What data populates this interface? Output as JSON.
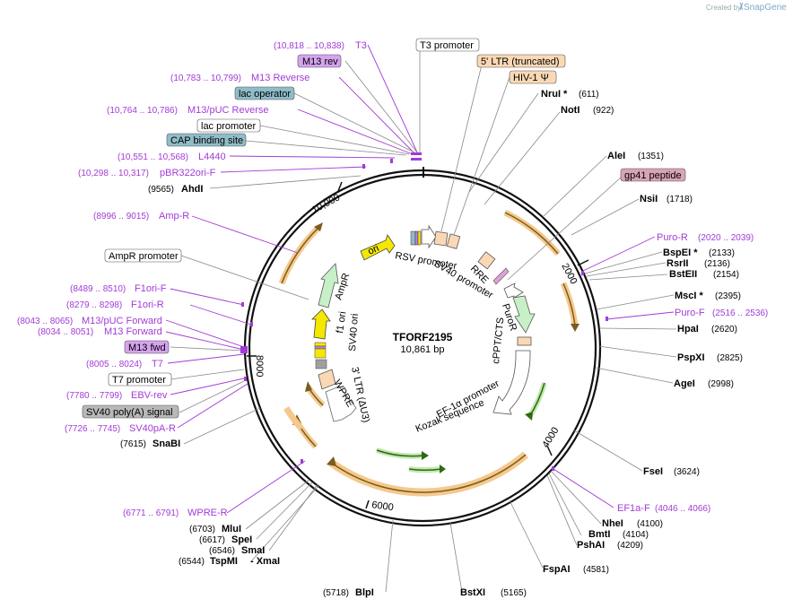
{
  "branding": {
    "created_by": "Created by",
    "product": "SnapGene"
  },
  "plasmid": {
    "name": "TFORF2195",
    "length": "10,861 bp"
  },
  "ticks": [
    "2000",
    "4000",
    "6000",
    "8000",
    "10,000"
  ],
  "features": {
    "t3": {
      "range": "(10,818 .. 10,838)",
      "name": "T3"
    },
    "m13rev": {
      "name": "M13 rev"
    },
    "m13reverse": {
      "range": "(10,783 .. 10,799)",
      "name": "M13 Reverse"
    },
    "lacop": {
      "name": "lac operator"
    },
    "m13puc_rev": {
      "range": "(10,764 .. 10,786)",
      "name": "M13/pUC Reverse"
    },
    "lacprom": {
      "name": "lac promoter"
    },
    "cap": {
      "name": "CAP binding site"
    },
    "l4440": {
      "range": "(10,551 .. 10,568)",
      "name": "L4440"
    },
    "pbr322": {
      "range": "(10,298 .. 10,317)",
      "name": "pBR322ori-F"
    },
    "ahdi": {
      "pos": "(9565)",
      "name": "AhdI"
    },
    "ampr_primer": {
      "range": "(8996 .. 9015)",
      "name": "Amp-R"
    },
    "ampr_prom": {
      "name": "AmpR promoter"
    },
    "f1ori_f": {
      "range": "(8489 .. 8510)",
      "name": "F1ori-F"
    },
    "f1ori_r": {
      "range": "(8279 .. 8298)",
      "name": "F1ori-R"
    },
    "m13puc_fwd": {
      "range": "(8043 .. 8065)",
      "name": "M13/pUC Forward"
    },
    "m13forward": {
      "range": "(8034 .. 8051)",
      "name": "M13 Forward"
    },
    "m13fwd": {
      "name": "M13 fwd"
    },
    "t7": {
      "range": "(8005 .. 8024)",
      "name": "T7"
    },
    "t7prom": {
      "name": "T7 promoter"
    },
    "ebvrev": {
      "range": "(7780 .. 7799)",
      "name": "EBV-rev"
    },
    "sv40pa": {
      "name": "SV40 poly(A) signal"
    },
    "sv40par": {
      "range": "(7726 .. 7745)",
      "name": "SV40pA-R"
    },
    "snabi": {
      "pos": "(7615)",
      "name": "SnaBI"
    },
    "wprer": {
      "range": "(6771 .. 6791)",
      "name": "WPRE-R"
    },
    "mlui": {
      "pos": "(6703)",
      "name": "MluI"
    },
    "spei": {
      "pos": "(6617)",
      "name": "SpeI"
    },
    "smai": {
      "pos": "(6546)",
      "name": "SmaI"
    },
    "tspmi": {
      "pos": "(6544)",
      "name": "TspMI",
      "extra": "- XmaI"
    },
    "blpi": {
      "pos": "(5718)",
      "name": "BlpI"
    },
    "bstxi": {
      "name": "BstXI",
      "pos": "(5165)"
    },
    "fspai": {
      "name": "FspAI",
      "pos": "(4581)"
    },
    "pshai": {
      "name": "PshAI",
      "pos": "(4209)"
    },
    "bmti": {
      "name": "BmtI",
      "pos": "(4104)"
    },
    "nhei": {
      "name": "NheI",
      "pos": "(4100)"
    },
    "ef1af": {
      "name": "EF1a-F",
      "range": "(4046 .. 4066)"
    },
    "fsei": {
      "name": "FseI",
      "pos": "(3624)"
    },
    "agei": {
      "name": "AgeI",
      "pos": "(2998)"
    },
    "pspxi": {
      "name": "PspXI",
      "pos": "(2825)"
    },
    "hpai": {
      "name": "HpaI",
      "pos": "(2620)"
    },
    "purof": {
      "name": "Puro-F",
      "range": "(2516 .. 2536)"
    },
    "msci": {
      "name": "MscI *",
      "pos": "(2395)"
    },
    "bsteii": {
      "name": "BstEII",
      "pos": "(2154)"
    },
    "rsrii": {
      "name": "RsrII",
      "pos": "(2136)"
    },
    "bspei": {
      "name": "BspEI *",
      "pos": "(2133)"
    },
    "pusor": {
      "name": "Puro-R",
      "range": "(2020 .. 2039)"
    },
    "nsii": {
      "name": "NsiI",
      "pos": "(1718)"
    },
    "gp41": {
      "name": "gp41 peptide"
    },
    "alei": {
      "name": "AleI",
      "pos": "(1351)"
    },
    "noti": {
      "name": "NotI",
      "pos": "(922)"
    },
    "nrui": {
      "name": "NruI *",
      "pos": "(611)"
    },
    "hiv": {
      "name": "HIV-1 Ψ"
    },
    "ltr5": {
      "name": "5' LTR (truncated)"
    },
    "t3prom": {
      "name": "T3 promoter"
    }
  },
  "inner": {
    "ori": "ori",
    "ampr": "AmpR",
    "f1ori": "f1 ori",
    "sv40ori": "SV40 ori",
    "rsv": "RSV promoter",
    "sv40prom": "SV40 promoter",
    "rre": "RRE",
    "puror": "PuroR",
    "cppt": "cPPT/CTS",
    "ef1a": "EF-1α promoter",
    "kozak": "Kozak sequence",
    "ltr3": "3' LTR (ΔU3)",
    "wpre": "WPRE"
  },
  "colors": {
    "purple": "#a23bd6",
    "teal_box": "#8fbcc8",
    "orange_box": "#fbd8b5",
    "pink_box": "#d9a3b7",
    "gray_box": "#b8b8b8",
    "violet_box": "#d6a3f0"
  }
}
